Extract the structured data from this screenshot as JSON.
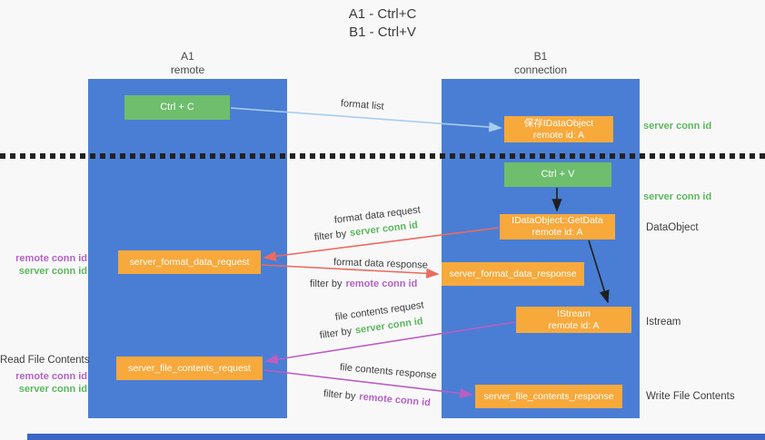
{
  "title": {
    "line1": "A1 - Ctrl+C",
    "line2": "B1 - Ctrl+V"
  },
  "lanes": {
    "a1": {
      "id": "A1",
      "subtitle": "remote"
    },
    "b1": {
      "id": "B1",
      "subtitle": "connection"
    }
  },
  "nodes": {
    "ctrl_c": {
      "label": "Ctrl + C"
    },
    "save_idataobject": {
      "line1": "保存IDataObject",
      "line2": "remote id: A"
    },
    "ctrl_v": {
      "label": "Ctrl + V"
    },
    "getdata": {
      "line1": "IDataObject::GetData",
      "line2": "remote id: A"
    },
    "format_request": {
      "label": "server_format_data_request"
    },
    "format_response": {
      "label": "server_format_data_response"
    },
    "istream": {
      "line1": "IStream",
      "line2": "remote id: A"
    },
    "file_request": {
      "label": "server_file_contents_request"
    },
    "file_response": {
      "label": "server_file_contents_response"
    }
  },
  "side": {
    "server_conn_id_top": "server conn id",
    "server_conn_id_mid": "server conn id",
    "dataobject": "DataObject",
    "istream": "Istream",
    "write_file": "Write File Contents",
    "read_file": "Read File Contents",
    "remote_conn_id_1": "remote conn id",
    "server_conn_id_1": "server conn id",
    "remote_conn_id_2": "remote conn id",
    "server_conn_id_2": "server conn id"
  },
  "arrows": {
    "format_list": "format list",
    "format_data_request": "format data request",
    "format_data_response": "format data response",
    "file_contents_request": "file contents request",
    "file_contents_response": "file contents response",
    "filter_by": "filter by",
    "server_conn_id": "server conn id",
    "remote_conn_id": "remote conn id"
  },
  "colors": {
    "lane_blue": "#4a7ed4",
    "node_green": "#6ebe6d",
    "node_orange": "#f7a93c",
    "arrow_red": "#ed6a5f",
    "arrow_magenta": "#bb5ec3",
    "arrow_light_blue": "#a9cdf0",
    "arrow_black": "#1f1f1f",
    "label_green": "#5cb85c",
    "label_purple": "#b362c6",
    "bottom_strip_blue": "#3a67c4"
  }
}
